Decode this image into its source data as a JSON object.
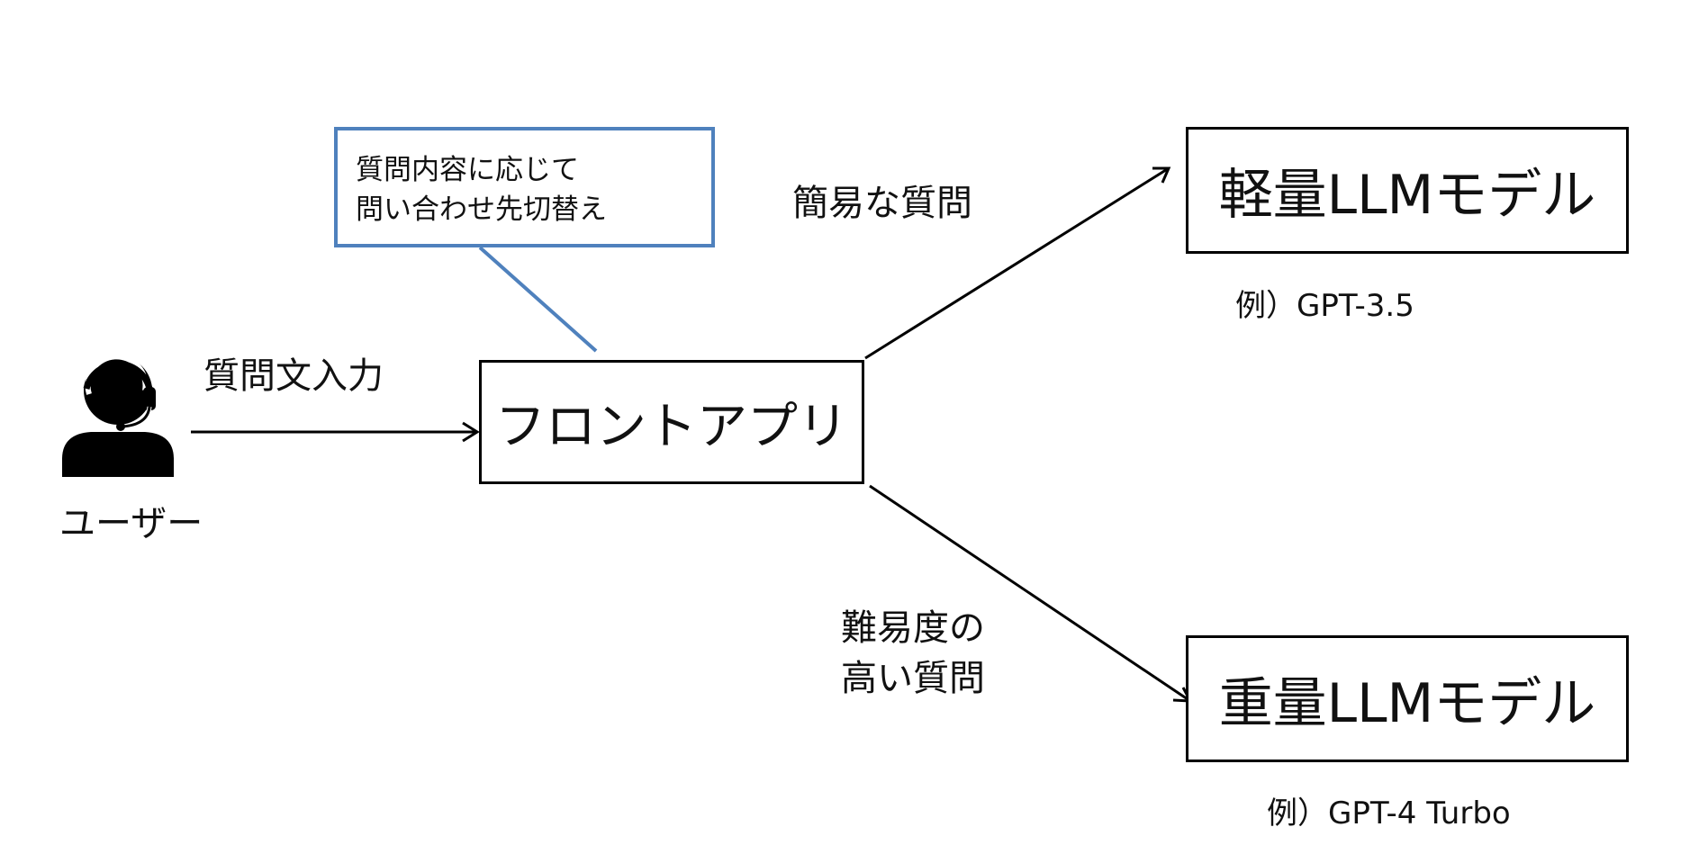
{
  "callout": {
    "line1": "質問内容に応じて",
    "line2": "問い合わせ先切替え"
  },
  "labels": {
    "input": "質問文入力",
    "simple_question": "簡易な質問",
    "hard_line1": "難易度の",
    "hard_line2": "高い質問",
    "user": "ユーザー"
  },
  "nodes": {
    "front_app": "フロントアプリ",
    "light_model": "軽量LLMモデル",
    "heavy_model": "重量LLMモデル"
  },
  "examples": {
    "light": "例）GPT-3.5",
    "heavy": "例）GPT-4 Turbo"
  },
  "colors": {
    "callout_border": "#4f81bd",
    "box_border": "#000000",
    "arrow": "#000000"
  },
  "icons": {
    "user": "user-headset-icon"
  }
}
